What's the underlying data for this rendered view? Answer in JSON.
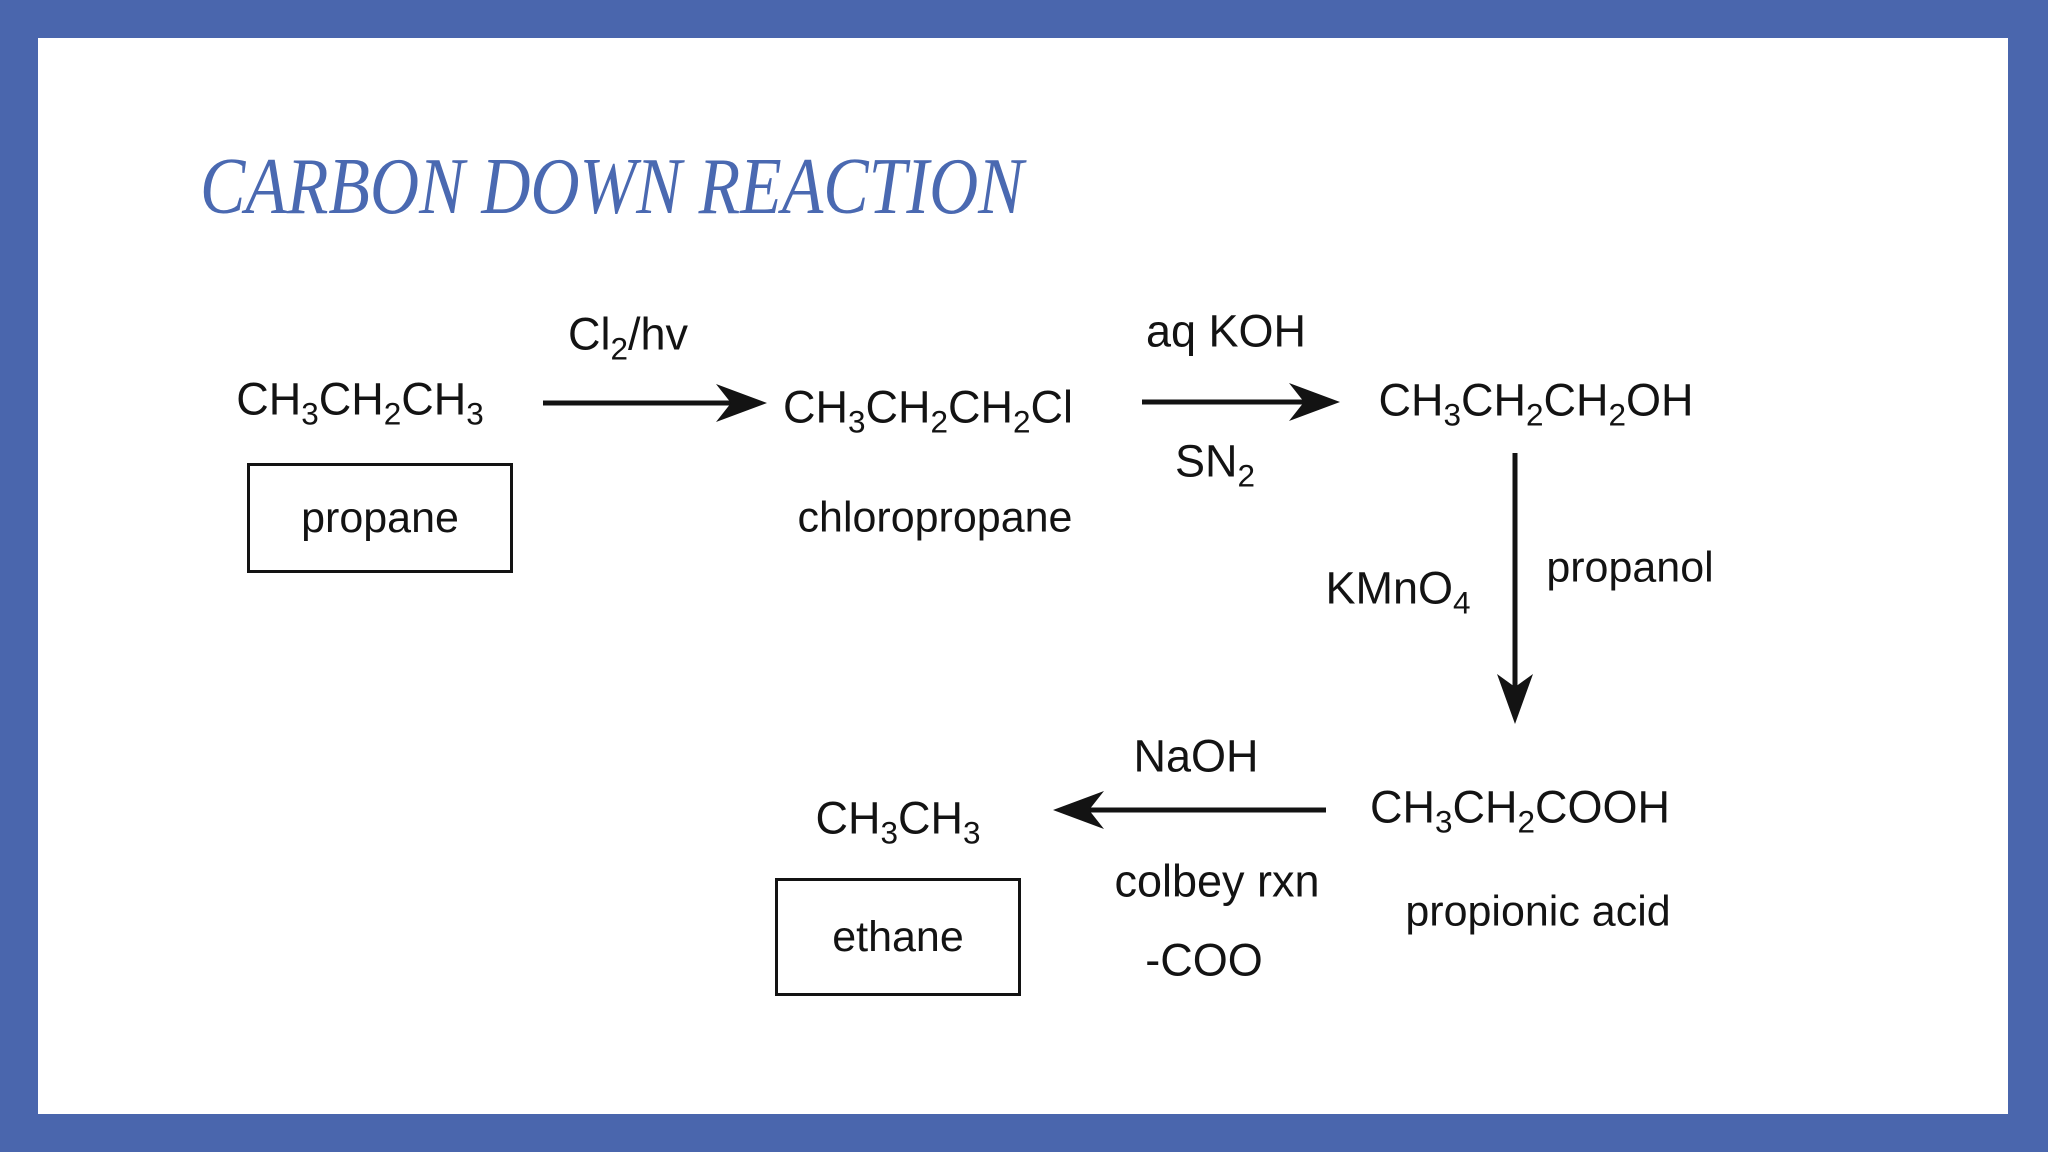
{
  "title": "CARBON DOWN REACTION",
  "colors": {
    "frame": "#4a66ad",
    "title_text": "#4a69b1",
    "ink": "#131313",
    "paper": "#ffffff"
  },
  "molecules": {
    "propane": {
      "formula": "CH~3~CH~2~CH~3~",
      "name": "propane"
    },
    "chloropropane": {
      "formula": "CH~3~CH~2~CH~2~Cl",
      "name": "chloropropane"
    },
    "propanol": {
      "formula": "CH~3~CH~2~CH~2~OH",
      "name": "propanol"
    },
    "propionic_acid": {
      "formula": "CH~3~CH~2~COOH",
      "name": "propionic acid"
    },
    "ethane": {
      "formula": "CH~3~CH~3~",
      "name": "ethane"
    }
  },
  "reagents": {
    "step1_above": "Cl~2~/hv",
    "step2_above": "aq KOH",
    "step2_below": "SN~2~",
    "step3_side": "KMnO~4~",
    "step4_above": "NaOH",
    "step4_below_1": "colbey rxn",
    "step4_below_2": "-COO"
  },
  "steps": [
    {
      "from": "propane",
      "to": "chloropropane",
      "direction": "right"
    },
    {
      "from": "chloropropane",
      "to": "propanol",
      "direction": "right"
    },
    {
      "from": "propanol",
      "to": "propionic_acid",
      "direction": "down"
    },
    {
      "from": "propionic_acid",
      "to": "ethane",
      "direction": "left"
    }
  ]
}
